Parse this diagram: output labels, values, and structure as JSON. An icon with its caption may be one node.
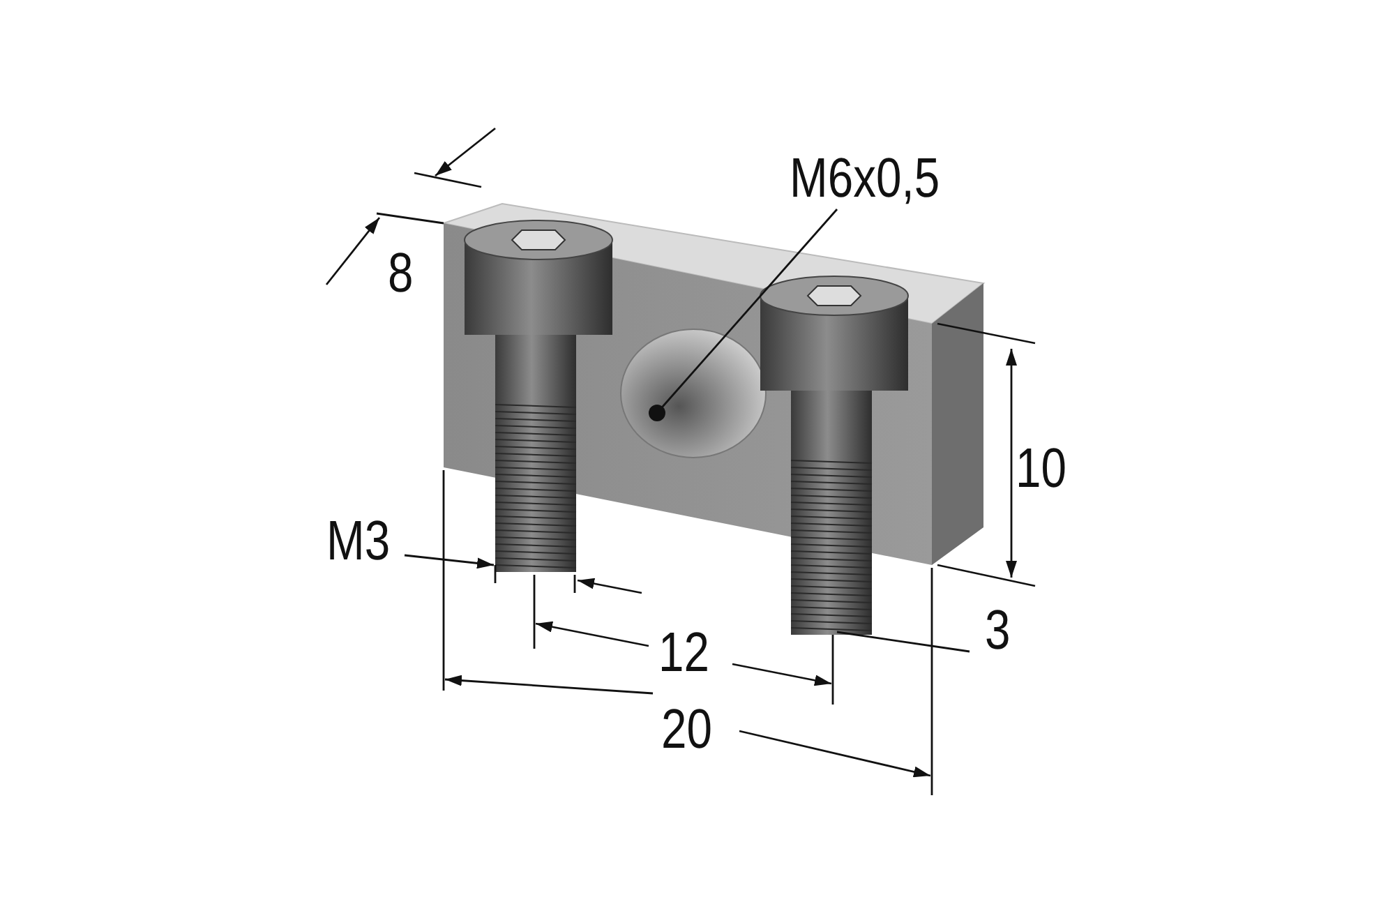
{
  "diagram": {
    "nodes": [
      {
        "text": [
          "M6x0,5"
        ]
      },
      {
        "text": [],
        "shape": "picture"
      }
    ],
    "edges": [
      {
        "from": 0,
        "to": 1,
        "arrow": "other"
      }
    ],
    "labels": [
      "8",
      "10",
      "M3",
      "3",
      "12",
      "20"
    ]
  }
}
